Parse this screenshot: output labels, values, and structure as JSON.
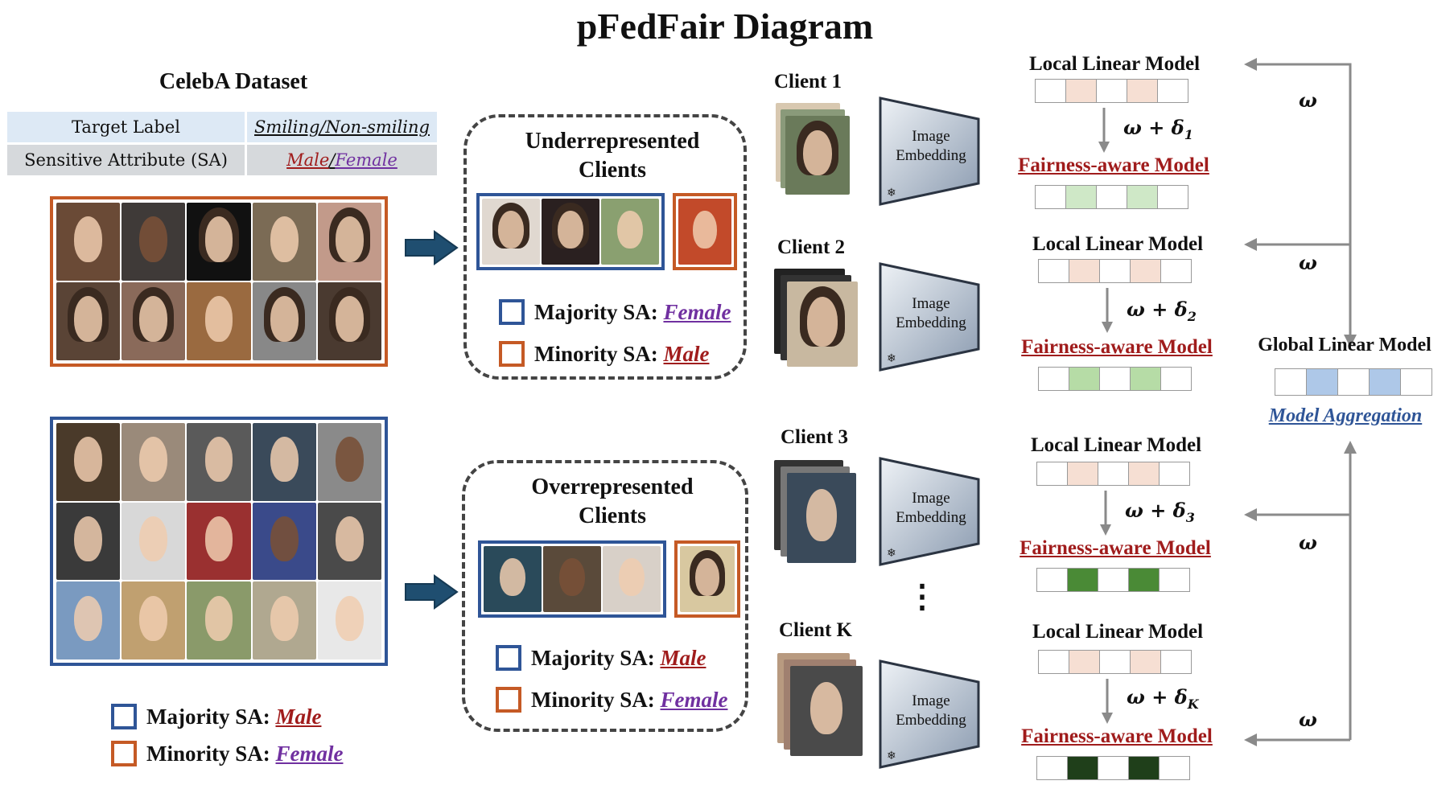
{
  "title": "pFedFair Diagram",
  "dataset": {
    "heading": "CelebA Dataset",
    "target_label_key": "Target Label",
    "target_label_value_a": "Smiling",
    "target_label_sep": "/",
    "target_label_value_b": "Non-smiling",
    "sa_key": "Sensitive Attribute (SA)",
    "sa_value_a": "Male",
    "sa_sep": "/",
    "sa_value_b": "Female"
  },
  "groups": {
    "under": {
      "heading_line1": "Underrepresented",
      "heading_line2": "Clients",
      "majority_label": "Majority SA: ",
      "majority_value": "Female",
      "minority_label": "Minority SA: ",
      "minority_value": "Male"
    },
    "over": {
      "heading_line1": "Overrepresented",
      "heading_line2": "Clients",
      "majority_label": "Majority SA: ",
      "majority_value": "Male",
      "minority_label": "Minority SA: ",
      "minority_value": "Female"
    },
    "dataset_legend": {
      "majority_label": "Majority SA: ",
      "majority_value": "Male",
      "minority_label": "Minority SA: ",
      "minority_value": "Female"
    }
  },
  "clients": [
    {
      "name": "Client 1",
      "embedding_line1": "Image",
      "embedding_line2": "Embedding",
      "local": "Local Linear Model",
      "delta": "ω + δ",
      "sub": "1",
      "fair": "Fairness-aware Model",
      "fair_color": "#cfe8c7",
      "omega": "ω"
    },
    {
      "name": "Client 2",
      "embedding_line1": "Image",
      "embedding_line2": "Embedding",
      "local": "Local Linear Model",
      "delta": "ω + δ",
      "sub": "2",
      "fair": "Fairness-aware Model",
      "fair_color": "#b6dca6",
      "omega": "ω"
    },
    {
      "name": "Client 3",
      "embedding_line1": "Image",
      "embedding_line2": "Embedding",
      "local": "Local Linear Model",
      "delta": "ω + δ",
      "sub": "3",
      "fair": "Fairness-aware Model",
      "fair_color": "#4a8a36",
      "omega": "ω"
    },
    {
      "name": "Client K",
      "embedding_line1": "Image",
      "embedding_line2": "Embedding",
      "local": "Local Linear Model",
      "delta": "ω + δ",
      "sub": "K",
      "fair": "Fairness-aware Model",
      "fair_color": "#1f3f1a",
      "omega": "ω"
    }
  ],
  "ellipsis": "⋮",
  "global": {
    "heading": "Global Linear Model",
    "aggregation": "Model Aggregation",
    "cell_color": "#aec8e8"
  },
  "colors": {
    "majority_blue": "#2f5597",
    "minority_orange": "#c55a25",
    "local_cell": "#f6dfd3",
    "arrow_dark": "#1f4e70",
    "arrow_gray": "#8a8a8a"
  }
}
